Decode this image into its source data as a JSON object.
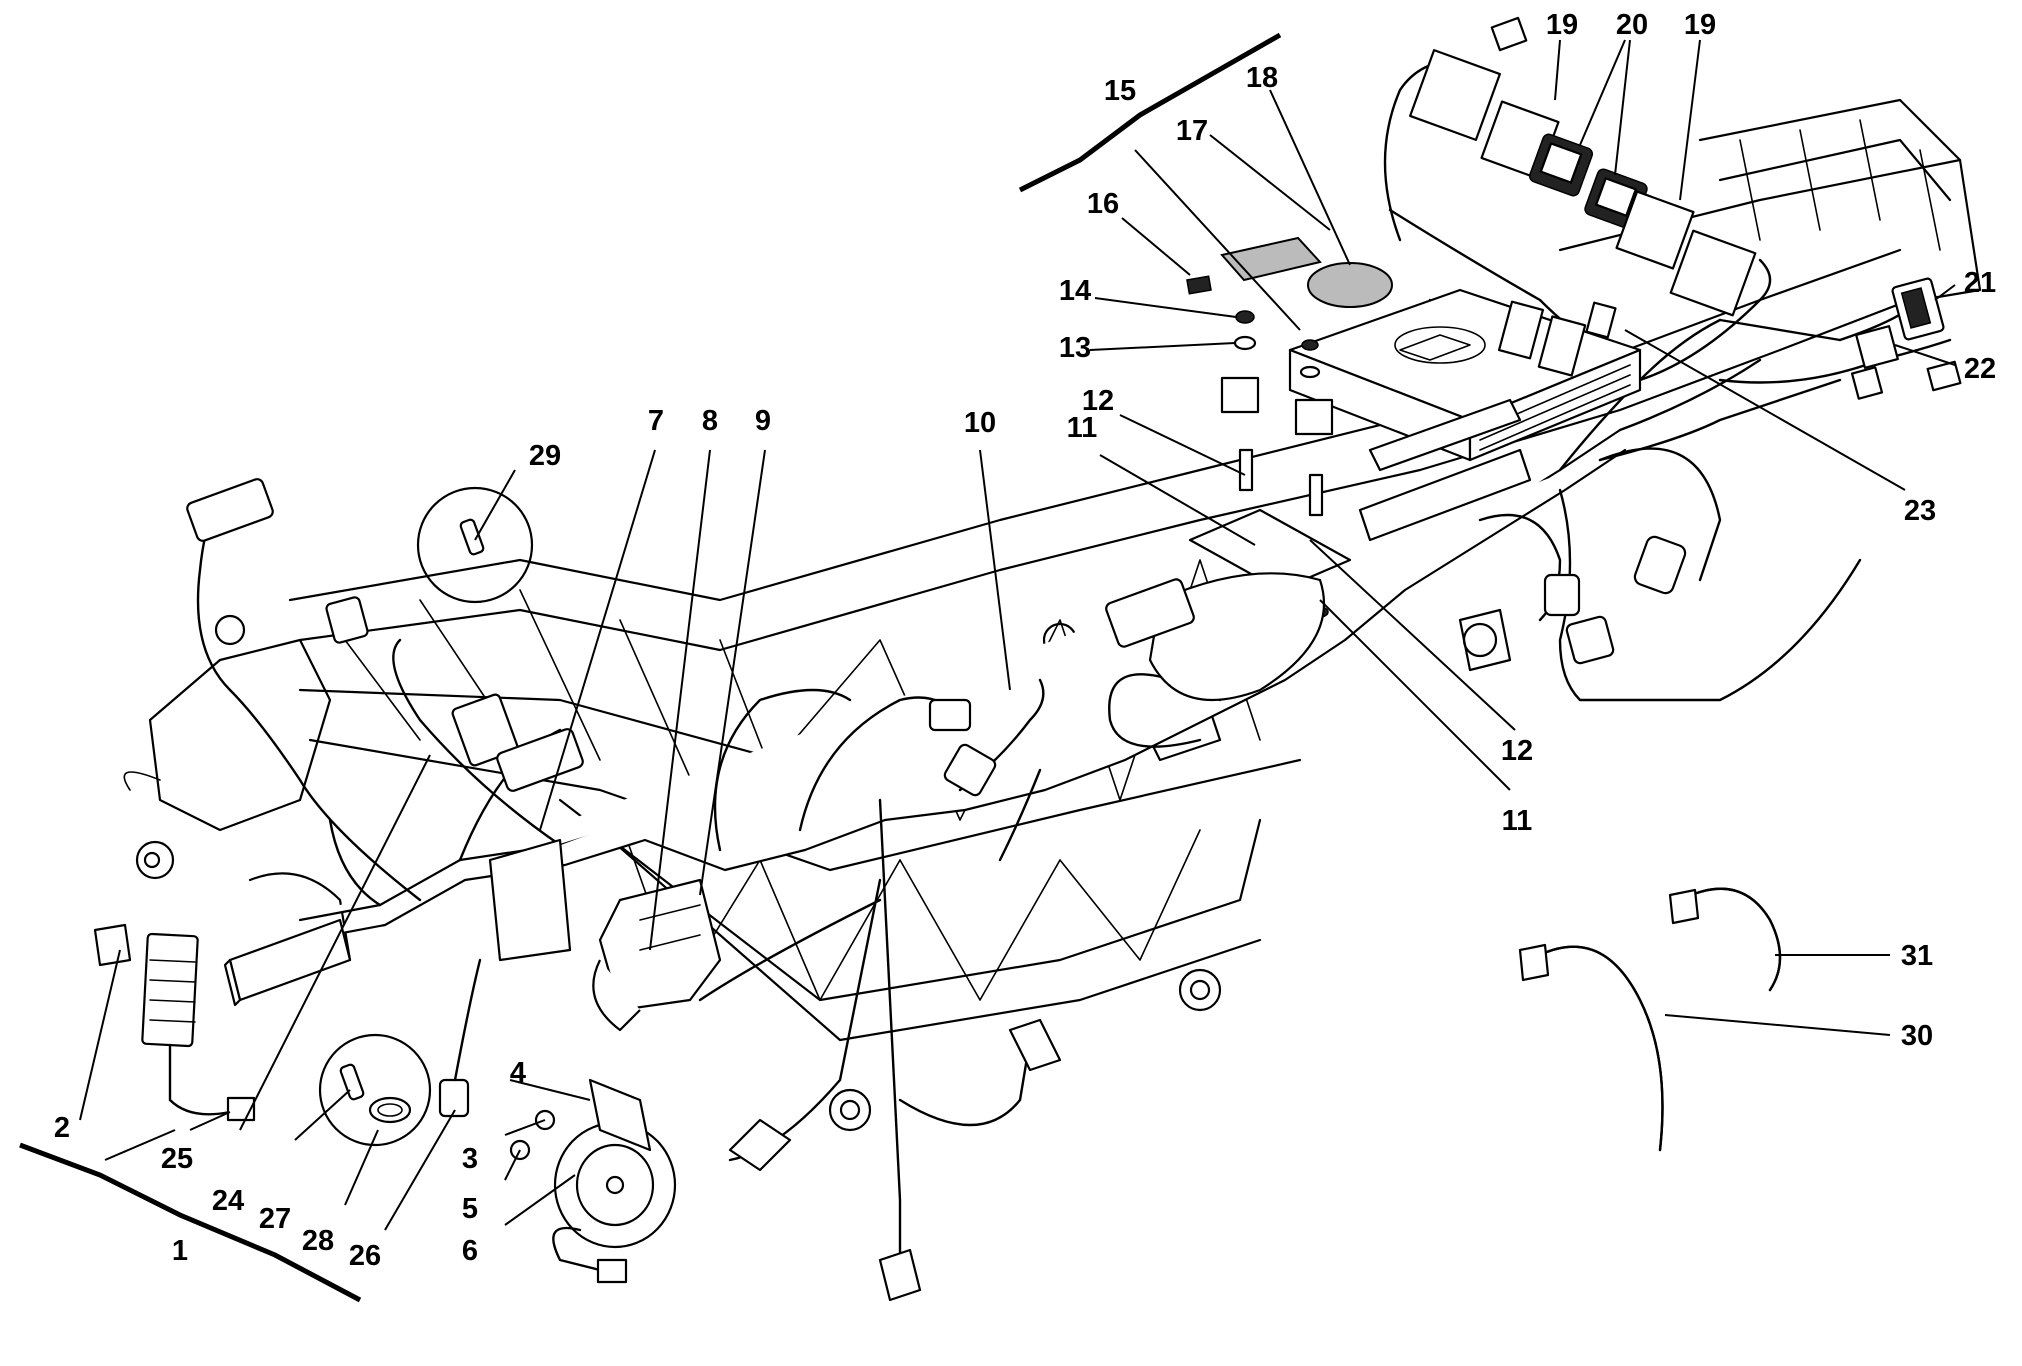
{
  "diagram": {
    "callouts": [
      {
        "id": "c1",
        "text": "1"
      },
      {
        "id": "c2",
        "text": "2"
      },
      {
        "id": "c3",
        "text": "3"
      },
      {
        "id": "c4",
        "text": "4"
      },
      {
        "id": "c5",
        "text": "5"
      },
      {
        "id": "c6",
        "text": "6"
      },
      {
        "id": "c7",
        "text": "7"
      },
      {
        "id": "c8",
        "text": "8"
      },
      {
        "id": "c9",
        "text": "9"
      },
      {
        "id": "c10",
        "text": "10"
      },
      {
        "id": "c11a",
        "text": "11"
      },
      {
        "id": "c11b",
        "text": "11"
      },
      {
        "id": "c12a",
        "text": "12"
      },
      {
        "id": "c12b",
        "text": "12"
      },
      {
        "id": "c13",
        "text": "13"
      },
      {
        "id": "c14",
        "text": "14"
      },
      {
        "id": "c15",
        "text": "15"
      },
      {
        "id": "c16",
        "text": "16"
      },
      {
        "id": "c17",
        "text": "17"
      },
      {
        "id": "c18",
        "text": "18"
      },
      {
        "id": "c19a",
        "text": "19"
      },
      {
        "id": "c19b",
        "text": "19"
      },
      {
        "id": "c20",
        "text": "20"
      },
      {
        "id": "c21",
        "text": "21"
      },
      {
        "id": "c22",
        "text": "22"
      },
      {
        "id": "c23",
        "text": "23"
      },
      {
        "id": "c24",
        "text": "24"
      },
      {
        "id": "c25",
        "text": "25"
      },
      {
        "id": "c26",
        "text": "26"
      },
      {
        "id": "c27",
        "text": "27"
      },
      {
        "id": "c28",
        "text": "28"
      },
      {
        "id": "c29",
        "text": "29"
      },
      {
        "id": "c30",
        "text": "30"
      },
      {
        "id": "c31",
        "text": "31"
      }
    ]
  }
}
